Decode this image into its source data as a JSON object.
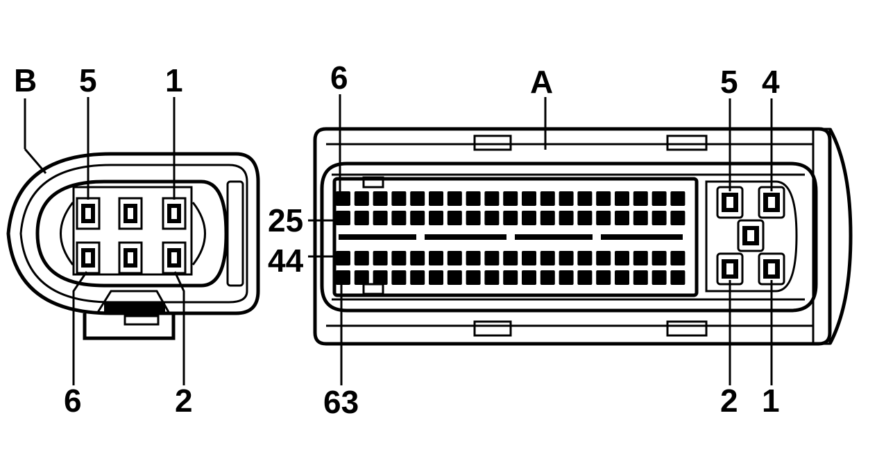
{
  "connector_b": {
    "label": "B",
    "pins": {
      "p5": "5",
      "p1": "1",
      "p6": "6",
      "p2": "2"
    }
  },
  "connector_a": {
    "label": "A",
    "pins": {
      "p6": "6",
      "p25": "25",
      "p44": "44",
      "p63": "63",
      "s5": "5",
      "s4": "4",
      "s2": "2",
      "s1": "1"
    }
  }
}
